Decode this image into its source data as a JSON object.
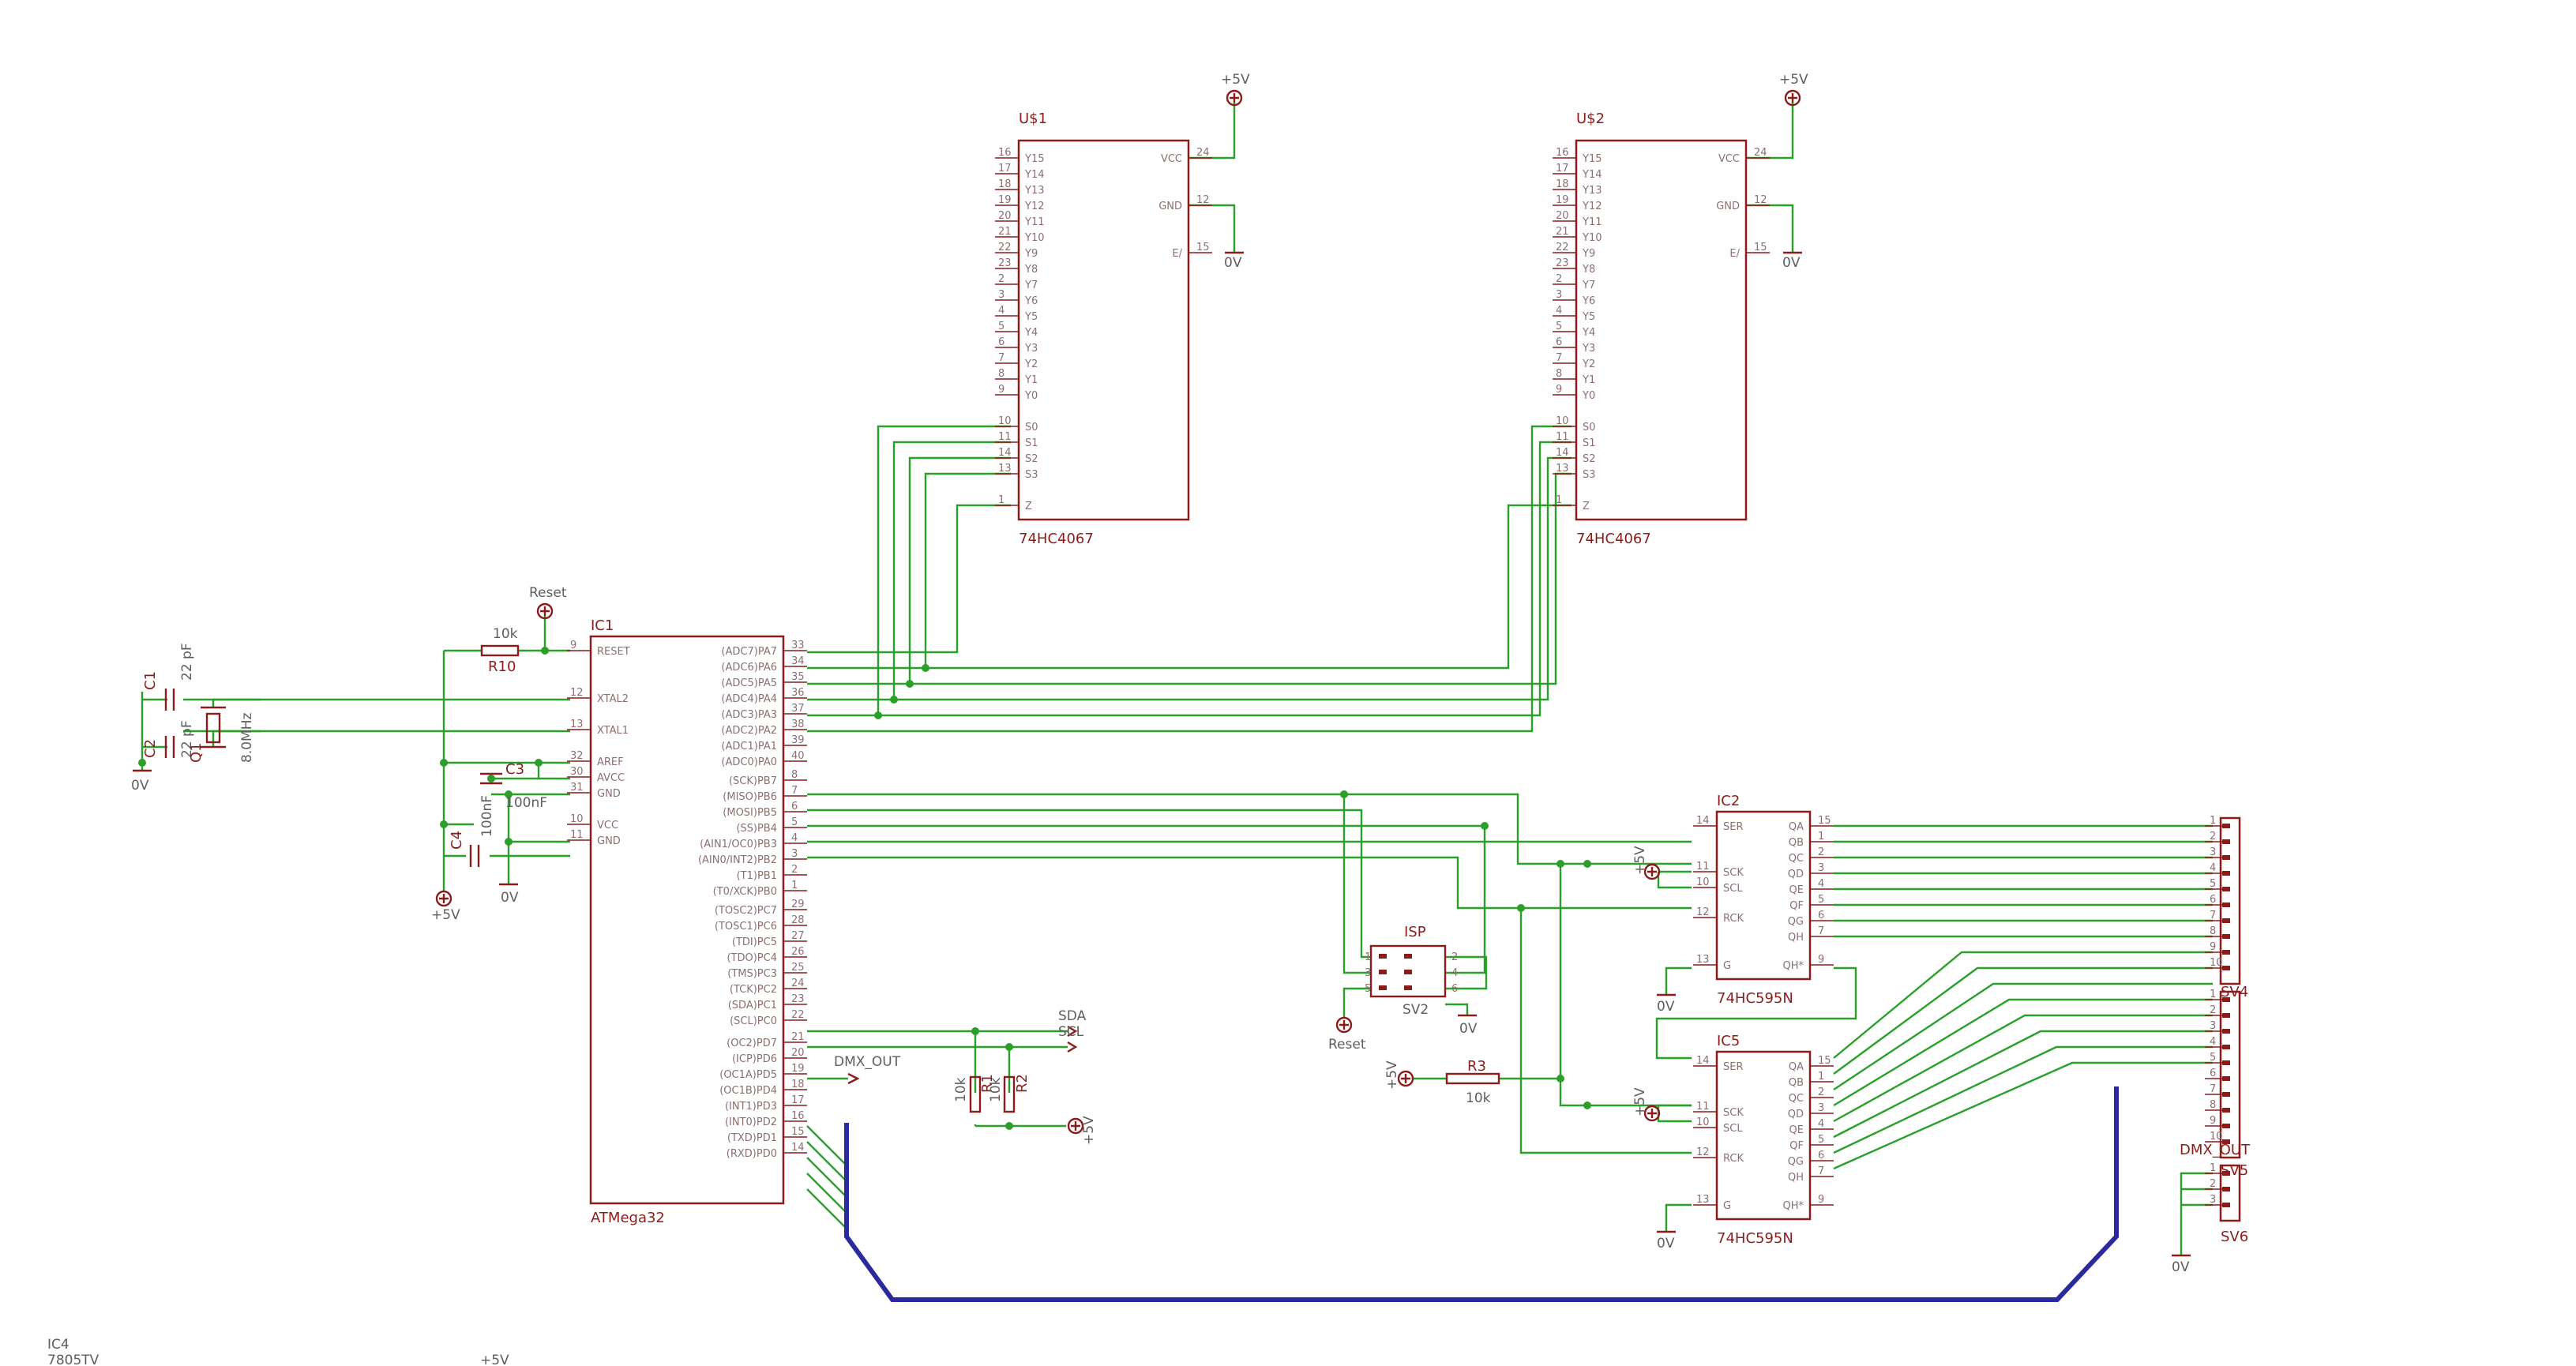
{
  "page": {
    "bg": "#ffffff"
  },
  "colors": {
    "part": "#8c1c1c",
    "wire": "#2aa02a",
    "bus": "#2a2a9c",
    "pin_text": "#8c6e6e",
    "value_text": "#5e5e5e"
  },
  "mux1": {
    "name": "U$1",
    "value": "74HC4067",
    "left_pins": [
      [
        "16",
        "Y15"
      ],
      [
        "17",
        "Y14"
      ],
      [
        "18",
        "Y13"
      ],
      [
        "19",
        "Y12"
      ],
      [
        "20",
        "Y11"
      ],
      [
        "21",
        "Y10"
      ],
      [
        "22",
        "Y9"
      ],
      [
        "23",
        "Y8"
      ],
      [
        "2",
        "Y7"
      ],
      [
        "3",
        "Y6"
      ],
      [
        "4",
        "Y5"
      ],
      [
        "5",
        "Y4"
      ],
      [
        "6",
        "Y3"
      ],
      [
        "7",
        "Y2"
      ],
      [
        "8",
        "Y1"
      ],
      [
        "9",
        "Y0"
      ],
      [
        "10",
        "S0"
      ],
      [
        "11",
        "S1"
      ],
      [
        "14",
        "S2"
      ],
      [
        "13",
        "S3"
      ],
      [
        "1",
        "Z"
      ]
    ],
    "right_pins": [
      [
        "24",
        "VCC"
      ],
      [
        "12",
        "GND"
      ],
      [
        "15",
        "E/"
      ]
    ],
    "supply": "+5V",
    "ground": "0V"
  },
  "mux2": {
    "name": "U$2",
    "value": "74HC4067",
    "left_pins": [
      [
        "16",
        "Y15"
      ],
      [
        "17",
        "Y14"
      ],
      [
        "18",
        "Y13"
      ],
      [
        "19",
        "Y12"
      ],
      [
        "20",
        "Y11"
      ],
      [
        "21",
        "Y10"
      ],
      [
        "22",
        "Y9"
      ],
      [
        "23",
        "Y8"
      ],
      [
        "2",
        "Y7"
      ],
      [
        "3",
        "Y6"
      ],
      [
        "4",
        "Y5"
      ],
      [
        "5",
        "Y4"
      ],
      [
        "6",
        "Y3"
      ],
      [
        "7",
        "Y2"
      ],
      [
        "8",
        "Y1"
      ],
      [
        "9",
        "Y0"
      ],
      [
        "10",
        "S0"
      ],
      [
        "11",
        "S1"
      ],
      [
        "14",
        "S2"
      ],
      [
        "13",
        "S3"
      ],
      [
        "1",
        "Z"
      ]
    ],
    "right_pins": [
      [
        "24",
        "VCC"
      ],
      [
        "12",
        "GND"
      ],
      [
        "15",
        "E/"
      ]
    ],
    "supply": "+5V",
    "ground": "0V"
  },
  "mcu": {
    "name": "IC1",
    "value": "ATMega32",
    "left_pins": [
      [
        "9",
        "RESET"
      ],
      [
        "12",
        "XTAL2"
      ],
      [
        "13",
        "XTAL1"
      ],
      [
        "32",
        "AREF"
      ],
      [
        "30",
        "AVCC"
      ],
      [
        "31",
        "GND"
      ],
      [
        "10",
        "VCC"
      ],
      [
        "11",
        "GND"
      ]
    ],
    "right_pins": [
      [
        "33",
        "(ADC7)PA7"
      ],
      [
        "34",
        "(ADC6)PA6"
      ],
      [
        "35",
        "(ADC5)PA5"
      ],
      [
        "36",
        "(ADC4)PA4"
      ],
      [
        "37",
        "(ADC3)PA3"
      ],
      [
        "38",
        "(ADC2)PA2"
      ],
      [
        "39",
        "(ADC1)PA1"
      ],
      [
        "40",
        "(ADC0)PA0"
      ],
      [
        "8",
        "(SCK)PB7"
      ],
      [
        "7",
        "(MISO)PB6"
      ],
      [
        "6",
        "(MOSI)PB5"
      ],
      [
        "5",
        "(SS)PB4"
      ],
      [
        "4",
        "(AIN1/OC0)PB3"
      ],
      [
        "3",
        "(AIN0/INT2)PB2"
      ],
      [
        "2",
        "(T1)PB1"
      ],
      [
        "1",
        "(T0/XCK)PB0"
      ],
      [
        "29",
        "(TOSC2)PC7"
      ],
      [
        "28",
        "(TOSC1)PC6"
      ],
      [
        "27",
        "(TDI)PC5"
      ],
      [
        "26",
        "(TDO)PC4"
      ],
      [
        "25",
        "(TMS)PC3"
      ],
      [
        "24",
        "(TCK)PC2"
      ],
      [
        "23",
        "(SDA)PC1"
      ],
      [
        "22",
        "(SCL)PC0"
      ],
      [
        "21",
        "(OC2)PD7"
      ],
      [
        "20",
        "(ICP)PD6"
      ],
      [
        "19",
        "(OC1A)PD5"
      ],
      [
        "18",
        "(OC1B)PD4"
      ],
      [
        "17",
        "(INT1)PD3"
      ],
      [
        "16",
        "(INT0)PD2"
      ],
      [
        "15",
        "(TXD)PD1"
      ],
      [
        "14",
        "(RXD)PD0"
      ]
    ]
  },
  "sr1": {
    "name": "IC2",
    "value": "74HC595N",
    "left_pins": [
      [
        "14",
        "SER"
      ],
      [
        "11",
        "SCK"
      ],
      [
        "10",
        "SCL"
      ],
      [
        "12",
        "RCK"
      ],
      [
        "13",
        "G"
      ]
    ],
    "right_pins": [
      [
        "15",
        "QA"
      ],
      [
        "1",
        "QB"
      ],
      [
        "2",
        "QC"
      ],
      [
        "3",
        "QD"
      ],
      [
        "4",
        "QE"
      ],
      [
        "5",
        "QF"
      ],
      [
        "6",
        "QG"
      ],
      [
        "7",
        "QH"
      ],
      [
        "9",
        "QH*"
      ]
    ],
    "supply": "+5V",
    "ground": "0V"
  },
  "sr2": {
    "name": "IC5",
    "value": "74HC595N",
    "left_pins": [
      [
        "14",
        "SER"
      ],
      [
        "11",
        "SCK"
      ],
      [
        "10",
        "SCL"
      ],
      [
        "12",
        "RCK"
      ],
      [
        "13",
        "G"
      ]
    ],
    "right_pins": [
      [
        "15",
        "QA"
      ],
      [
        "1",
        "QB"
      ],
      [
        "2",
        "QC"
      ],
      [
        "3",
        "QD"
      ],
      [
        "4",
        "QE"
      ],
      [
        "5",
        "QF"
      ],
      [
        "6",
        "QG"
      ],
      [
        "7",
        "QH"
      ],
      [
        "9",
        "QH*"
      ]
    ],
    "supply": "+5V",
    "ground": "0V"
  },
  "parts": {
    "r10": {
      "name": "R10",
      "value": "10k"
    },
    "r3": {
      "name": "R3",
      "value": "10k"
    },
    "r1": {
      "name": "R1",
      "value": "10k"
    },
    "r2": {
      "name": "R2",
      "value": "10k"
    },
    "c1": {
      "name": "C1",
      "value": "22 pF"
    },
    "c2": {
      "name": "C2",
      "value": "22 pF"
    },
    "c3": {
      "name": "C3",
      "value": "100nF"
    },
    "c4": {
      "name": "C4",
      "value": "100nF"
    },
    "q1": {
      "name": "Q1",
      "value": "8.0MHz"
    },
    "isp": {
      "name": "ISP",
      "value": "SV2",
      "pins": [
        "1",
        "2",
        "3",
        "4",
        "5",
        "6"
      ]
    },
    "sv4": {
      "name": "SV4"
    },
    "sv5": {
      "name": "SV5",
      "value": "DMX_OUT"
    },
    "sv6": {
      "name": "SV6"
    },
    "ic4": {
      "name": "IC4",
      "value": "7805TV"
    }
  },
  "header1_pins": [
    "1",
    "2",
    "3",
    "4",
    "5",
    "6",
    "7",
    "8",
    "9",
    "10"
  ],
  "header2_pins": [
    "1",
    "2",
    "3",
    "4",
    "5",
    "6",
    "7",
    "8",
    "9",
    "10"
  ],
  "header3_pins": [
    "1",
    "2",
    "3"
  ],
  "nets": {
    "reset": "Reset",
    "vcc": "+5V",
    "gnd": "0V",
    "sda": "SDA",
    "scl": "SCL",
    "dmx": "DMX_OUT"
  }
}
